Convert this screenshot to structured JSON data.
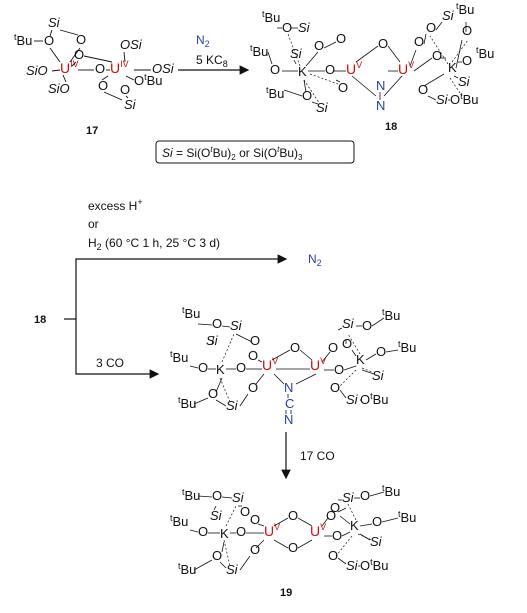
{
  "reaction1": {
    "reagent_1": "N2",
    "reagent_2": "5 KC8",
    "reactant_label": "17",
    "product_label": "18"
  },
  "legend": {
    "text": "Si = Si(OtBu)2 or Si(OtBu)3"
  },
  "reaction2": {
    "start_label": "18",
    "conditions_line1": "excess H+",
    "conditions_line2": "or",
    "conditions_line3": "H2 (60 °C 1 h, 25 °C 3 d)",
    "product": "N2"
  },
  "reaction3": {
    "reagent": "3 CO"
  },
  "reaction4": {
    "reagent": "17 CO",
    "product_label": "19"
  },
  "atoms": {
    "u_iv": "UIV",
    "u_v": "UV",
    "si": "Si",
    "tbu": "tBu",
    "k": "K",
    "n": "N",
    "c": "C",
    "o": "O"
  },
  "colors": {
    "uranium": "#cc1010",
    "nitrogen": "#2b3fa3",
    "ink": "#111111"
  }
}
